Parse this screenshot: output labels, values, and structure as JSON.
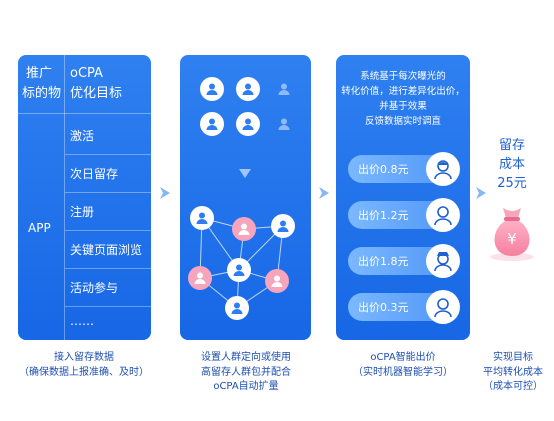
{
  "panel1": {
    "header_left": [
      "推广",
      "标的物"
    ],
    "header_right": [
      "oCPA",
      "优化目标"
    ],
    "app_label": "APP",
    "goals": [
      "激活",
      "次日留存",
      "注册",
      "关键页面浏览",
      "活动参与",
      "……"
    ]
  },
  "panel3": {
    "lines": [
      "系统基于每次曝光的",
      "转化价值，进行差异化出价，",
      "并基于效果",
      "反馈数据实时调直"
    ],
    "bids": [
      {
        "label": "出价0.8元",
        "icon": "person-icon"
      },
      {
        "label": "出价1.2元",
        "icon": "person-icon"
      },
      {
        "label": "出价1.8元",
        "icon": "person-icon"
      },
      {
        "label": "出价0.3元",
        "icon": "person-icon"
      }
    ]
  },
  "result": {
    "lines": [
      "留存",
      "成本",
      "25元"
    ],
    "bag_symbol": "¥",
    "icon": "money-bag-icon"
  },
  "captions": [
    {
      "lines": [
        "接入留存数据",
        "（确保数据上报准确、及时）"
      ]
    },
    {
      "lines": [
        "设置人群定向或使用",
        "高留存人群包并配合",
        "oCPA自动扩量"
      ]
    },
    {
      "lines": [
        "oCPA智能出价",
        "（实时机器智能学习）"
      ]
    },
    {
      "lines": [
        "实现目标",
        "平均转化成本",
        "（成本可控）"
      ]
    }
  ],
  "colors": {
    "panel": "#2f80f0",
    "accent": "#1e62d6",
    "pink": "#f7a4bd",
    "arrow": "#86b6f6"
  }
}
